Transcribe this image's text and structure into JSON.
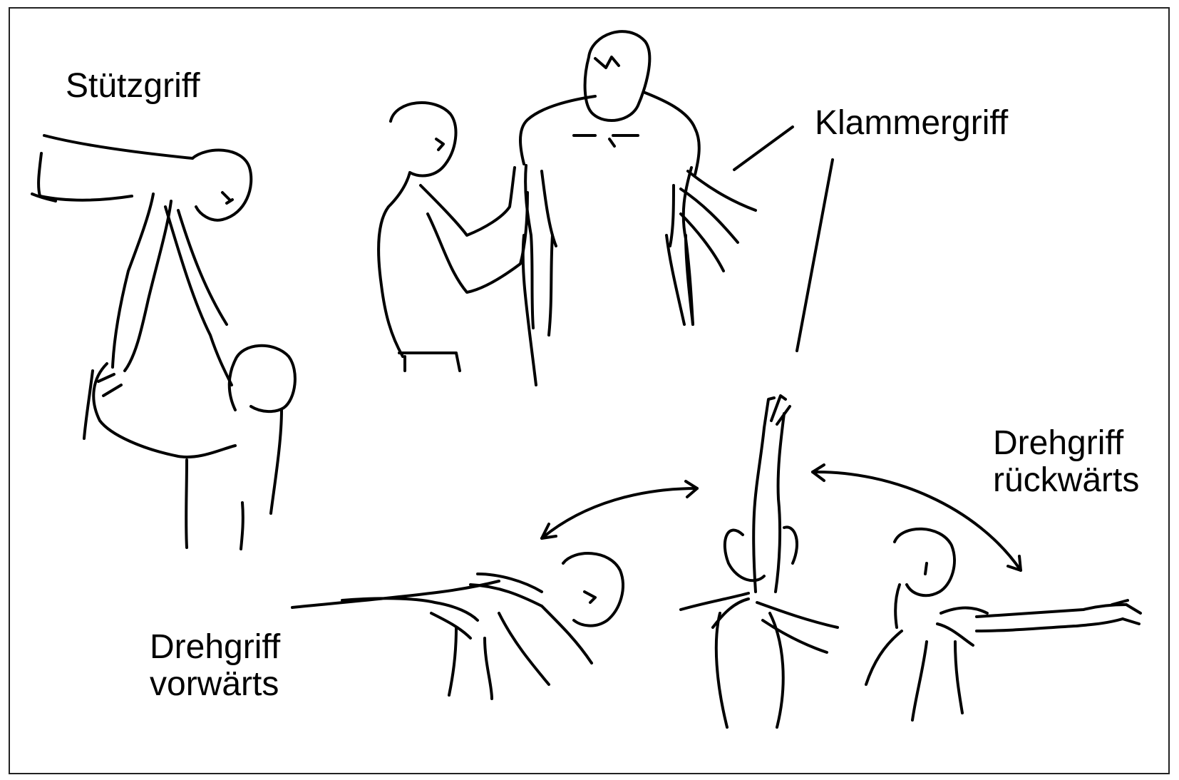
{
  "labels": {
    "stuetzgriff": "Stützgriff",
    "klammergriff": "Klammergriff",
    "drehgriff_vorwaerts_line1": "Drehgriff",
    "drehgriff_vorwaerts_line2": "vorwärts",
    "drehgriff_rueckwaerts_line1": "Drehgriff",
    "drehgriff_rueckwaerts_line2": "rückwärts"
  }
}
